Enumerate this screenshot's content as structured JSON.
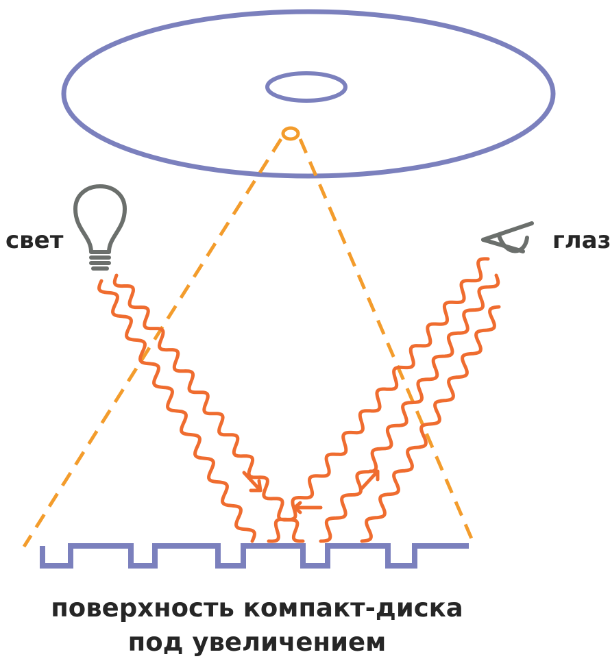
{
  "labels": {
    "light": "свет",
    "eye": "глаз",
    "caption_line1": "поверхность компакт-диска",
    "caption_line2": "под увеличением"
  },
  "icons": {
    "light": "lightbulb-icon",
    "eye": "eye-icon"
  },
  "colors": {
    "disc": "#7b80bd",
    "beam_dashed": "#f39c2c",
    "wave": "#ef6c2f",
    "icon": "#6b6f6c",
    "text": "#262626"
  }
}
